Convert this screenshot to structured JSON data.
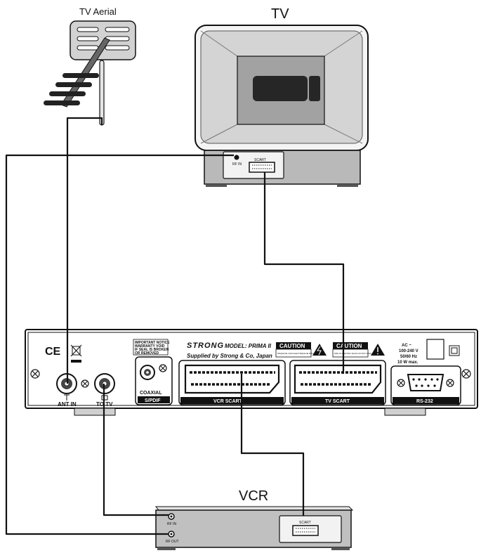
{
  "labels": {
    "tv_aerial": "TV Aerial",
    "tv": "TV",
    "vcr": "VCR"
  },
  "tv": {
    "rf_in": "RF IN",
    "scart": "SCART"
  },
  "vcr": {
    "rf_in": "RF IN",
    "rf_out": "RF OUT",
    "scart": "SCART"
  },
  "receiver": {
    "ce_mark": "CE",
    "brand": "STRONG",
    "model": "MODEL: PRIMA II",
    "supplier": "Supplied by Strong & Co, Japan",
    "notice": [
      "IMPORTANT NOTICE",
      "WARRANTY VOID",
      "IF SEAL IS BROKEN",
      "OR REMOVED"
    ],
    "caution_1": "CAUTION",
    "caution_1_sub": "RISQUE DE CHOC ELECTRIQUE NE PAS OUVRIR",
    "caution_2": "CAUTION",
    "caution_2_sub": "RISK OF ELECTRIC SHOCK DO NOT OPEN",
    "power": [
      "AC ~",
      "100-240 V",
      "50/60 Hz",
      "10 W max."
    ],
    "ports": {
      "ant_in": "ANT IN",
      "to_tv": "TO TV",
      "coaxial": "COAXIAL",
      "spdif": "S/PDIF",
      "vcr_scart": "VCR SCART",
      "tv_scart": "TV SCART",
      "rs232": "RS-232"
    }
  },
  "colors": {
    "outline": "#111111",
    "tv_face": "#d0d0d0",
    "tv_inner": "#9a9a9a",
    "tv_screen": "#262626",
    "panel": "#f2f2f2",
    "device_grey": "#bdbdbd"
  }
}
